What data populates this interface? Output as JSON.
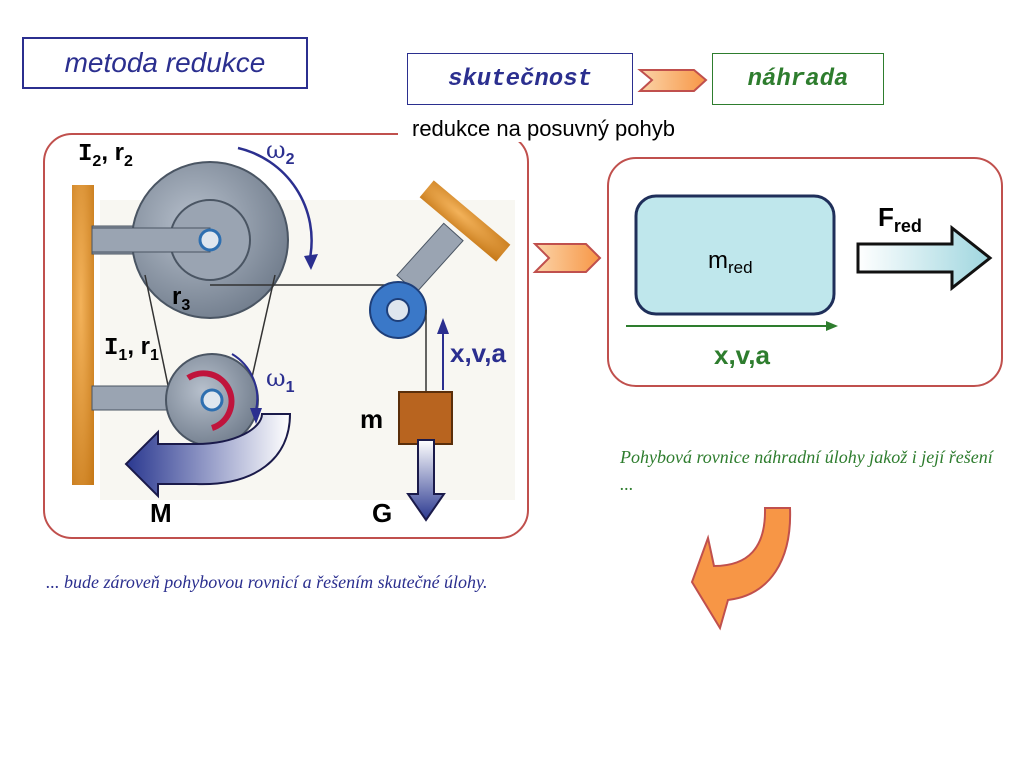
{
  "title": "metoda redukce",
  "flow": {
    "from": "skutečnost",
    "to": "náhrada"
  },
  "subtitle": "redukce na posuvný pohyb",
  "mechanism": {
    "I2": "I",
    "I2_sub": "2",
    "r2": "r",
    "r2_sub": "2",
    "r3": "r",
    "r3_sub": "3",
    "I1": "I",
    "I1_sub": "1",
    "r1": "r",
    "r1_sub": "1",
    "omega2": "ω",
    "omega2_sub": "2",
    "omega1": "ω",
    "omega1_sub": "1",
    "mass": "m",
    "motion": "x,v,a",
    "moment": "M",
    "weight": "G"
  },
  "reduced": {
    "mass": "m",
    "mass_sub": "red",
    "force": "F",
    "force_sub": "red",
    "motion": "x,v,a"
  },
  "note_green": "Pohybová rovnice náhradní úlohy jakož i její řešení ...",
  "note_blue": "... bude zároveň pohybovou rovnicí a řešením skutečné úlohy.",
  "colors": {
    "navy": "#2b2f8f",
    "green": "#2e7d2e",
    "frame": "#c0504d",
    "orange": "#f79646"
  }
}
